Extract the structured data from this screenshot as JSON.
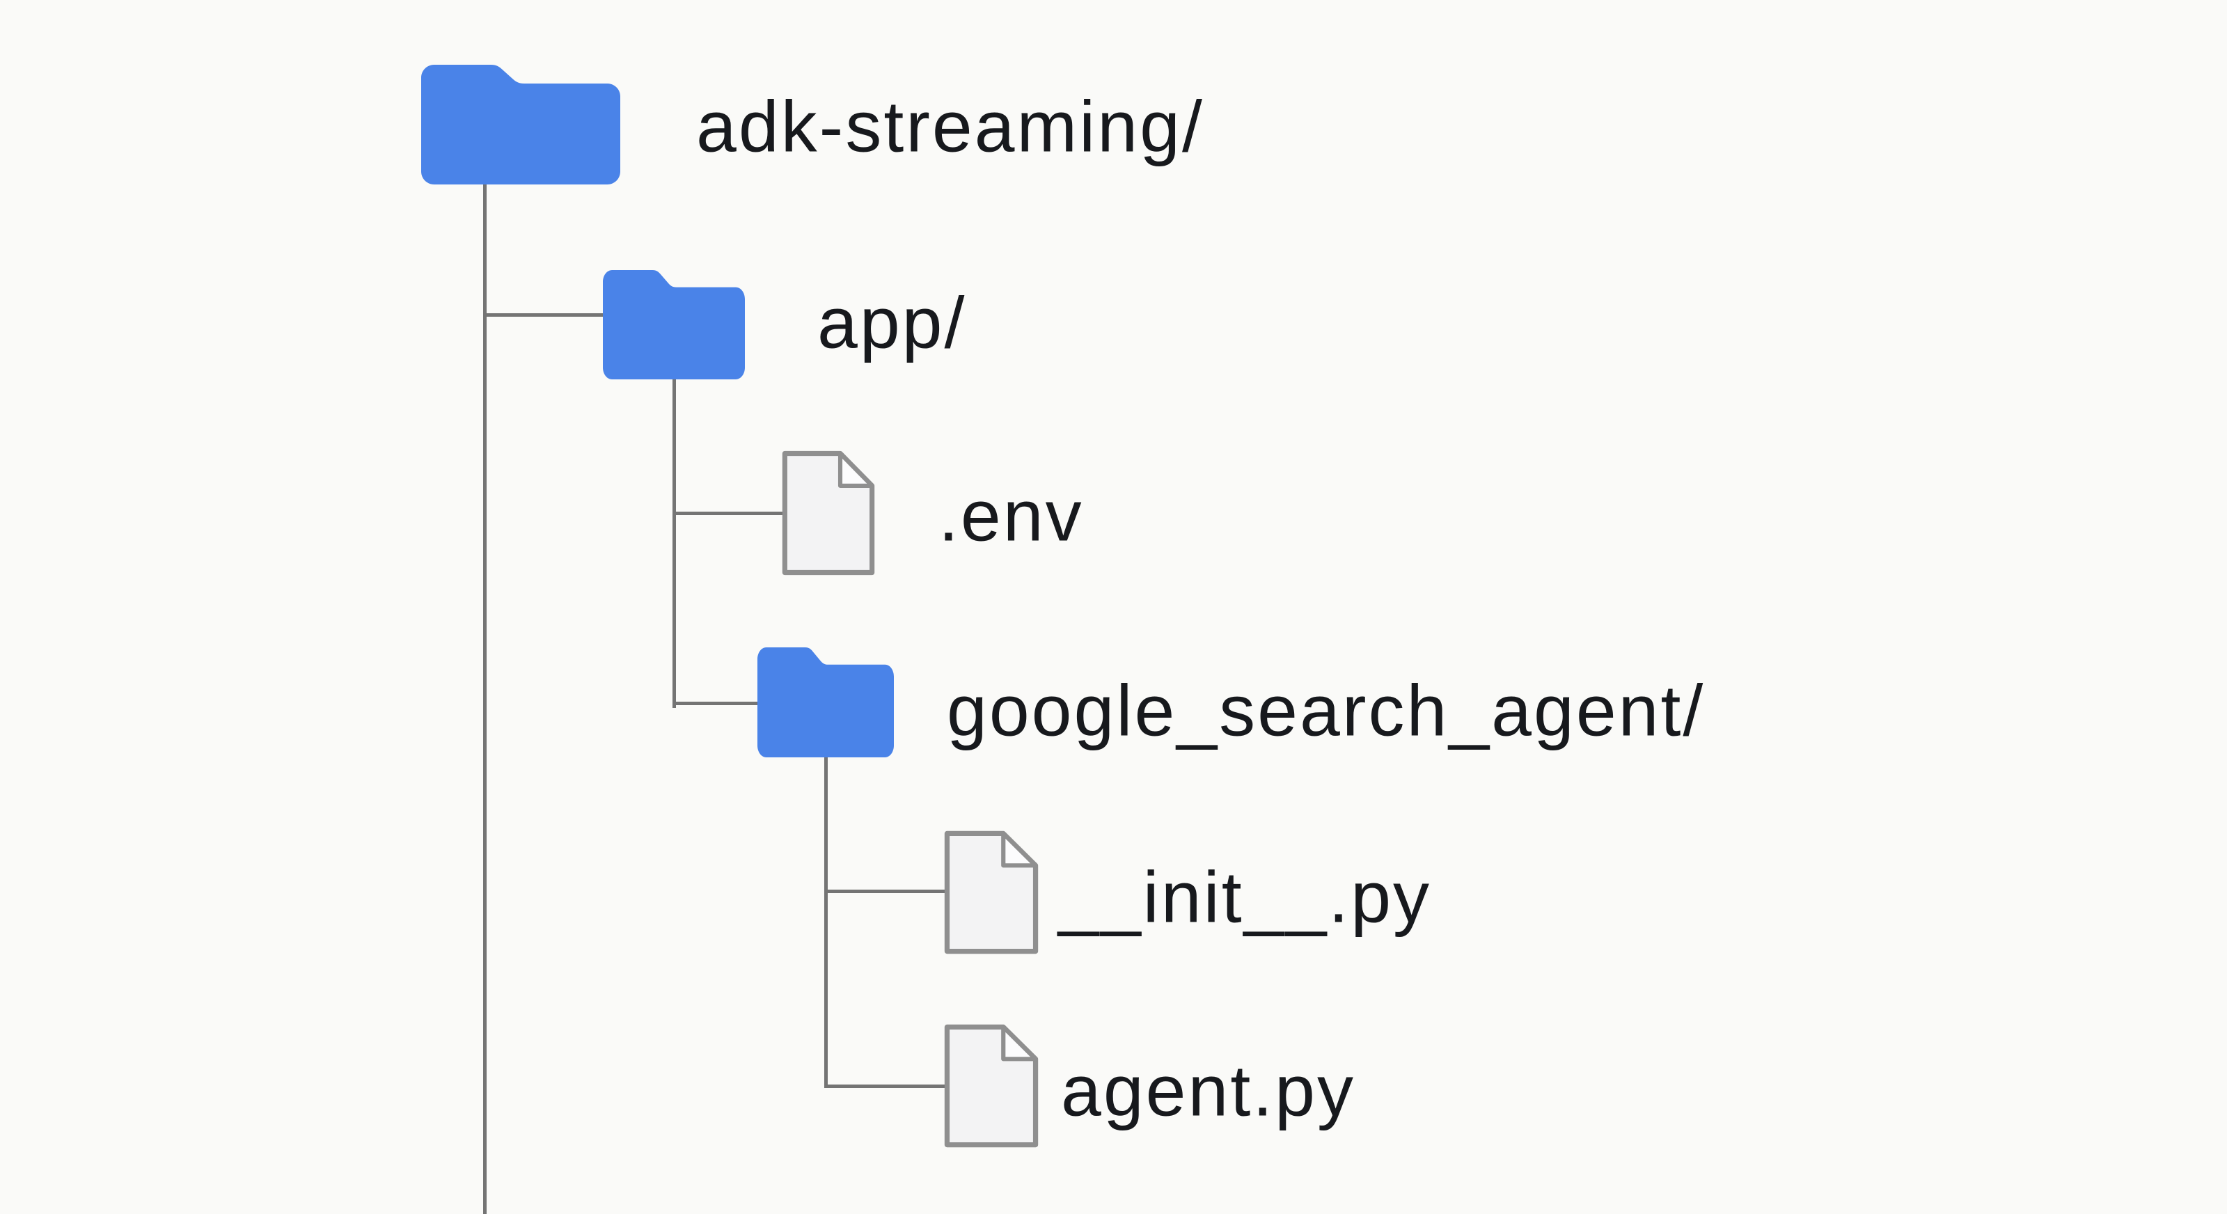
{
  "diagram": {
    "type": "file-tree",
    "colors": {
      "bg": "#fafaf8",
      "line": "#747474",
      "text": "#17191d",
      "folder": "#4a83e8",
      "file_fill": "#f3f3f4",
      "file_border": "#8f8f8f",
      "file_flap": "#fcfcfd"
    },
    "nodes": [
      {
        "name": "adk-streaming/",
        "type": "folder",
        "depth": 0,
        "icon": "folder-icon"
      },
      {
        "name": "app/",
        "type": "folder",
        "depth": 1,
        "icon": "folder-icon"
      },
      {
        "name": ".env",
        "type": "file",
        "depth": 2,
        "icon": "file-icon"
      },
      {
        "name": "google_search_agent/",
        "type": "folder",
        "depth": 2,
        "icon": "folder-icon"
      },
      {
        "name": "__init__.py",
        "type": "file",
        "depth": 3,
        "icon": "file-icon"
      },
      {
        "name": "agent.py",
        "type": "file",
        "depth": 3,
        "icon": "file-icon"
      }
    ]
  }
}
